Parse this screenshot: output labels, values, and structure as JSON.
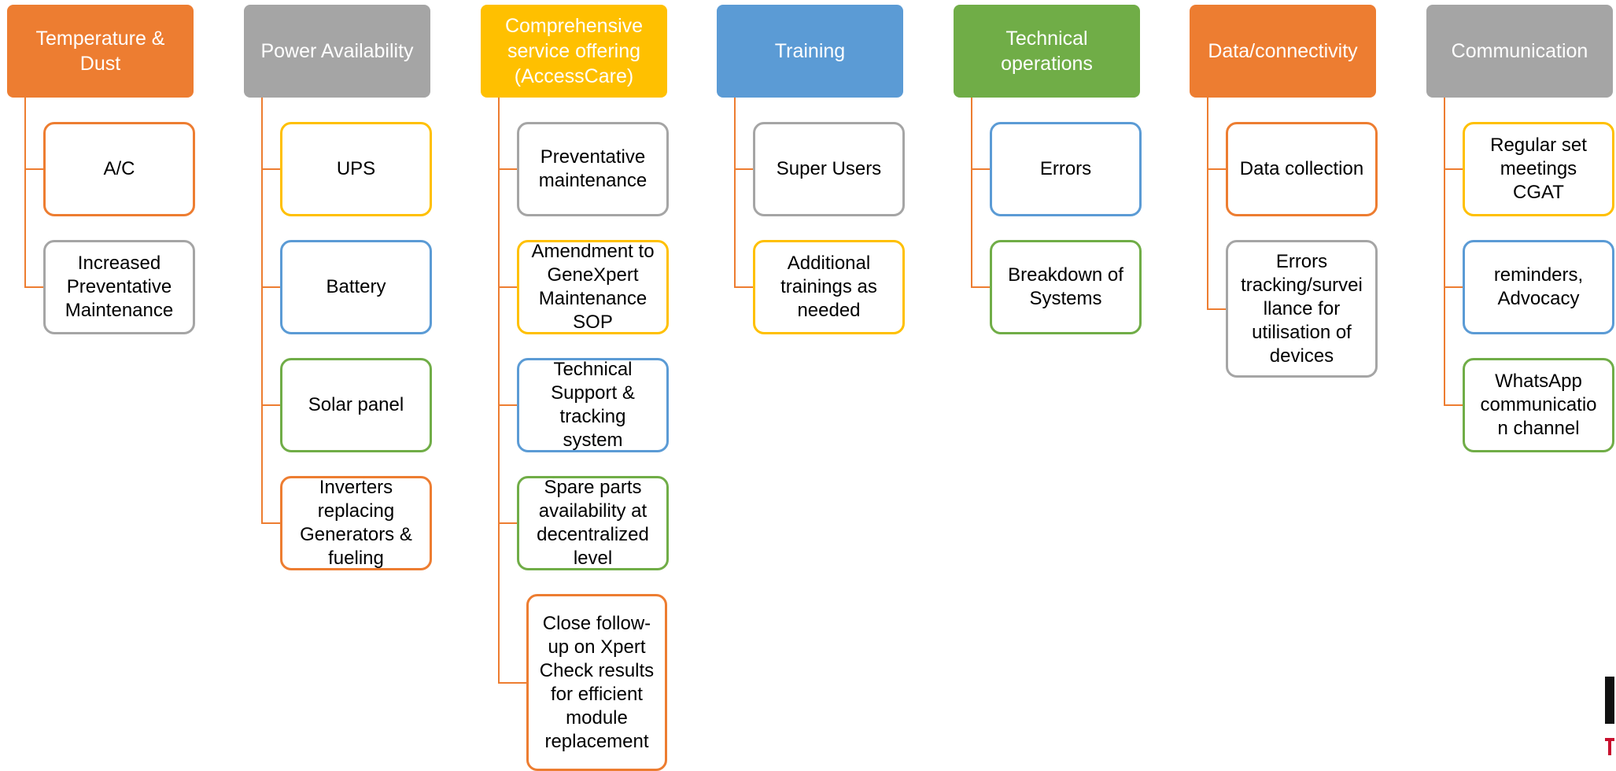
{
  "colors": {
    "orange": "#ED7D31",
    "gray": "#A5A5A5",
    "gold": "#FFC000",
    "blue": "#5B9BD5",
    "green": "#70AD47",
    "connector": "#ED7D31"
  },
  "columns": [
    {
      "header": "Temperature &\nDust",
      "color": "orange",
      "items": [
        {
          "label": "A/C",
          "border": "orange"
        },
        {
          "label": "Increased\nPreventative\nMaintenance",
          "border": "gray"
        }
      ]
    },
    {
      "header": "Power Availability",
      "color": "gray",
      "items": [
        {
          "label": "UPS",
          "border": "gold"
        },
        {
          "label": "Battery",
          "border": "blue"
        },
        {
          "label": "Solar panel",
          "border": "green"
        },
        {
          "label": "Inverters\nreplacing\nGenerators &\nfueling",
          "border": "orange"
        }
      ]
    },
    {
      "header": "Comprehensive\nservice offering\n(AccessCare)",
      "color": "gold",
      "items": [
        {
          "label": "Preventative\nmaintenance",
          "border": "gray"
        },
        {
          "label": "Amendment to\nGeneXpert\nMaintenance\nSOP",
          "border": "gold"
        },
        {
          "label": "Technical\nSupport &\ntracking\nsystem",
          "border": "blue"
        },
        {
          "label": "Spare parts\navailability at\ndecentralized\nlevel",
          "border": "green"
        },
        {
          "label": "Close follow-\nup on Xpert\nCheck results\nfor efficient\nmodule\nreplacement",
          "border": "orange"
        }
      ]
    },
    {
      "header": "Training",
      "color": "blue",
      "items": [
        {
          "label": "Super Users",
          "border": "gray"
        },
        {
          "label": "Additional\ntrainings as\nneeded",
          "border": "gold"
        }
      ]
    },
    {
      "header": "Technical\noperations",
      "color": "green",
      "items": [
        {
          "label": "Errors",
          "border": "blue"
        },
        {
          "label": "Breakdown of\nSystems",
          "border": "green"
        }
      ]
    },
    {
      "header": "Data/connectivity",
      "color": "orange",
      "items": [
        {
          "label": "Data collection",
          "border": "orange"
        },
        {
          "label": "Errors\ntracking/survei\nllance for\nutilisation of\ndevices",
          "border": "gray"
        }
      ]
    },
    {
      "header": "Communication",
      "color": "gray",
      "items": [
        {
          "label": "Regular set\nmeetings\nCGAT",
          "border": "gold"
        },
        {
          "label": "reminders,\nAdvocacy",
          "border": "blue"
        },
        {
          "label": "WhatsApp\ncommunicatio\nn channel",
          "border": "green"
        }
      ]
    }
  ]
}
